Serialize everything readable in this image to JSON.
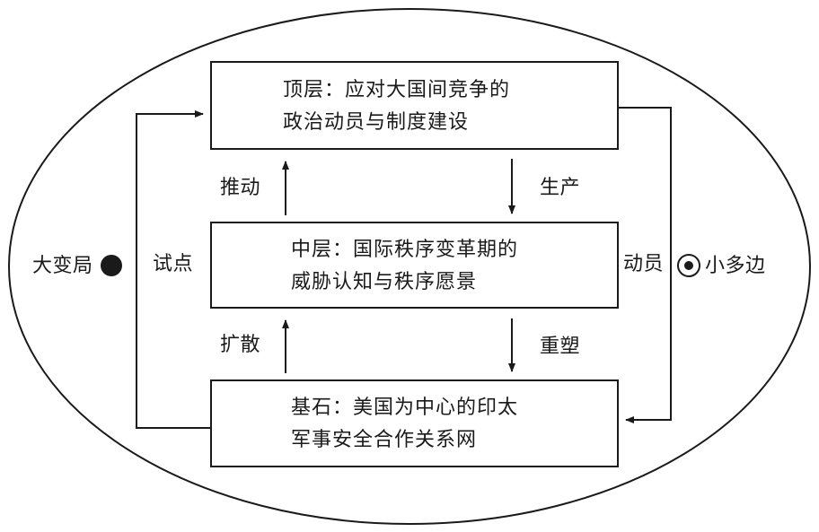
{
  "boxes": {
    "top": {
      "line1": "顶层：应对大国间竞争的",
      "line2": "政治动员与制度建设"
    },
    "middle": {
      "line1": "中层：国际秩序变革期的",
      "line2": "威胁认知与秩序愿景"
    },
    "bottom": {
      "line1": "基石：美国为中心的印太",
      "line2": "军事安全合作关系网"
    }
  },
  "arrows": {
    "push": "推动",
    "produce": "生产",
    "spread": "扩散",
    "reshape": "重塑",
    "pilot": "试点",
    "mobilize": "动员"
  },
  "context": {
    "great_change": "大变局",
    "minilateral": "小多边"
  }
}
